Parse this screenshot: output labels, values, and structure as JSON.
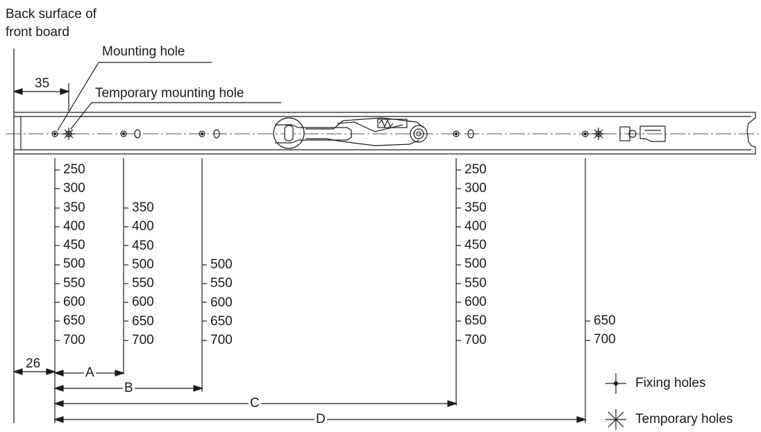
{
  "labels": {
    "back_surface": "Back surface of\nfront board",
    "mounting_hole": "Mounting hole",
    "temporary_mounting_hole": "Temporary mounting hole",
    "dim_35": "35",
    "dim_26": "26",
    "dim_A": "A",
    "dim_B": "B",
    "dim_C": "C",
    "dim_D": "D"
  },
  "columns": [
    {
      "values": [
        "250",
        "300",
        "350",
        "400",
        "450",
        "500",
        "550",
        "600",
        "650",
        "700"
      ]
    },
    {
      "values": [
        "350",
        "400",
        "450",
        "500",
        "550",
        "600",
        "650",
        "700"
      ]
    },
    {
      "values": [
        "500",
        "550",
        "600",
        "650",
        "700"
      ]
    },
    {
      "values": [
        "250",
        "300",
        "350",
        "400",
        "450",
        "500",
        "550",
        "600",
        "650",
        "700"
      ]
    },
    {
      "values": [
        "650",
        "700"
      ]
    }
  ],
  "legend": {
    "fixing": "Fixing holes",
    "temporary": "Temporary holes"
  }
}
